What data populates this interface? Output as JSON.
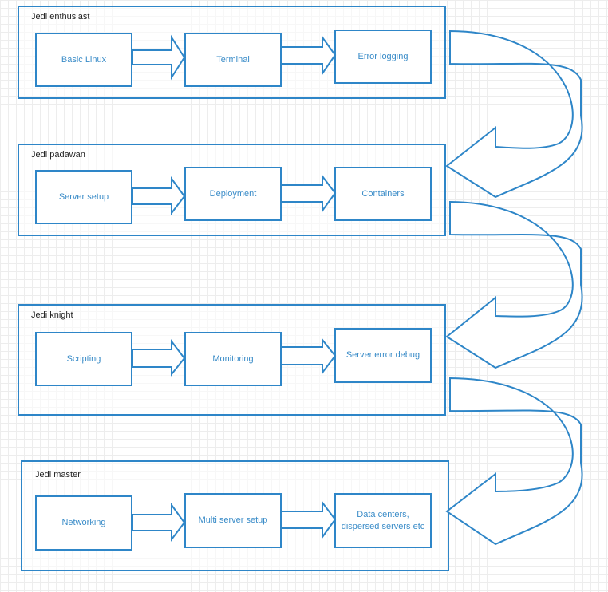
{
  "colors": {
    "stroke": "#2e86c8",
    "text": "#3a8cc8",
    "title": "#222222"
  },
  "stages": [
    {
      "title": "Jedi enthusiast",
      "steps": [
        "Basic Linux",
        "Terminal",
        "Error logging"
      ]
    },
    {
      "title": "Jedi padawan",
      "steps": [
        "Server setup",
        "Deployment",
        "Containers"
      ]
    },
    {
      "title": "Jedi knight",
      "steps": [
        "Scripting",
        "Monitoring",
        "Server error debug"
      ]
    },
    {
      "title": "Jedi master",
      "steps": [
        "Networking",
        "Multi server setup",
        "Data centers,\ndispersed servers etc"
      ]
    }
  ]
}
